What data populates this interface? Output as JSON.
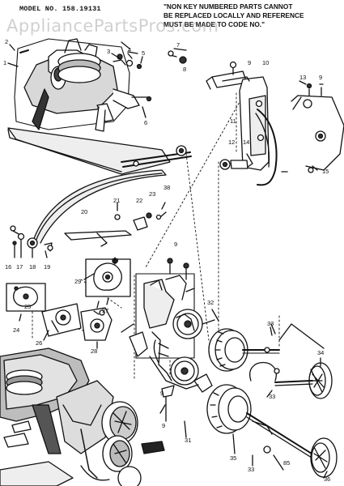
{
  "header": {
    "model_label": "MODEL NO. 158.19131",
    "notice_lines": [
      "\"NON KEY NUMBERED PARTS CANNOT",
      "BE REPLACED LOCALLY AND REFERENCE",
      "MUST BE MADE TO CODE NO.\""
    ]
  },
  "watermark": "AppliancePartsPros.com",
  "callouts": [
    {
      "id": "c1",
      "text": "1"
    },
    {
      "id": "c2",
      "text": "2"
    },
    {
      "id": "c3",
      "text": "3"
    },
    {
      "id": "c4",
      "text": "4"
    },
    {
      "id": "c5",
      "text": "5"
    },
    {
      "id": "c6",
      "text": "6"
    },
    {
      "id": "c7",
      "text": "7"
    },
    {
      "id": "c8",
      "text": "8"
    },
    {
      "id": "c9a",
      "text": "9"
    },
    {
      "id": "c9b",
      "text": "9"
    },
    {
      "id": "c9c",
      "text": "9"
    },
    {
      "id": "c9d",
      "text": "9"
    },
    {
      "id": "c9e",
      "text": "9"
    },
    {
      "id": "c10",
      "text": "10"
    },
    {
      "id": "c11",
      "text": "11"
    },
    {
      "id": "c12",
      "text": "12"
    },
    {
      "id": "c13",
      "text": "13"
    },
    {
      "id": "c14",
      "text": "14"
    },
    {
      "id": "c15",
      "text": "15"
    },
    {
      "id": "c16",
      "text": "16"
    },
    {
      "id": "c17",
      "text": "17"
    },
    {
      "id": "c18",
      "text": "18"
    },
    {
      "id": "c19",
      "text": "19"
    },
    {
      "id": "c20",
      "text": "20"
    },
    {
      "id": "c21",
      "text": "21"
    },
    {
      "id": "c22",
      "text": "22"
    },
    {
      "id": "c23",
      "text": "23"
    },
    {
      "id": "c24",
      "text": "24"
    },
    {
      "id": "c25",
      "text": "25"
    },
    {
      "id": "c26",
      "text": "26"
    },
    {
      "id": "c27",
      "text": "27"
    },
    {
      "id": "c28",
      "text": "28"
    },
    {
      "id": "c29",
      "text": "29"
    },
    {
      "id": "c30",
      "text": "30"
    },
    {
      "id": "c31",
      "text": "31"
    },
    {
      "id": "c32",
      "text": "32"
    },
    {
      "id": "c33a",
      "text": "33"
    },
    {
      "id": "c33b",
      "text": "33"
    },
    {
      "id": "c33c",
      "text": "33"
    },
    {
      "id": "c34",
      "text": "34"
    },
    {
      "id": "c35",
      "text": "35"
    },
    {
      "id": "c36",
      "text": "36"
    },
    {
      "id": "c38",
      "text": "38"
    },
    {
      "id": "c85",
      "text": "85"
    }
  ]
}
